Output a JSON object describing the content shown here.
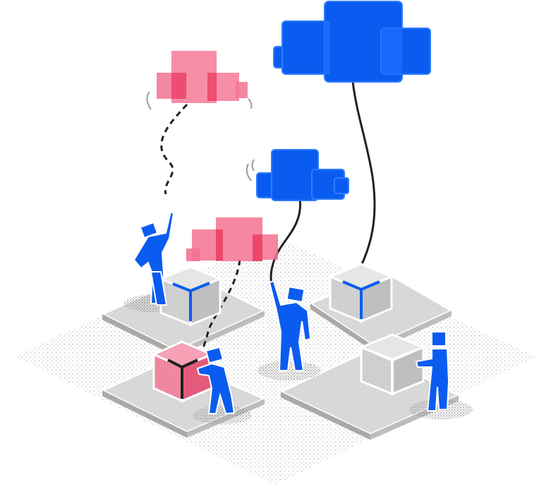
{
  "palette": {
    "blue": "#0a5cf0",
    "blue_light": "#2f7cff",
    "pink": "#f47292",
    "pink_dark": "#ec3a62",
    "box_gray": "#cfcfcf",
    "box_gray_dark": "#9a9a9a",
    "platform": "#d6d6d6",
    "platform_edge": "#a8a8a8",
    "string": "#222222",
    "speckle": "#b9b9b9"
  },
  "scene": {
    "clouds": [
      {
        "id": "large-blue",
        "color": "blue"
      },
      {
        "id": "small-blue",
        "color": "blue"
      },
      {
        "id": "upper-pink",
        "color": "pink"
      },
      {
        "id": "lower-pink",
        "color": "pink"
      }
    ],
    "figures": [
      {
        "id": "left-reaching",
        "color": "blue"
      },
      {
        "id": "center-holding-kite",
        "color": "blue"
      },
      {
        "id": "front-pushing-box",
        "color": "blue"
      },
      {
        "id": "right-pushing-box",
        "color": "blue"
      }
    ],
    "boxes": [
      {
        "id": "left-back",
        "color": "gray"
      },
      {
        "id": "right-back",
        "color": "gray"
      },
      {
        "id": "front-pink",
        "color": "pink"
      },
      {
        "id": "right-front",
        "color": "gray"
      }
    ],
    "platforms": 4
  }
}
